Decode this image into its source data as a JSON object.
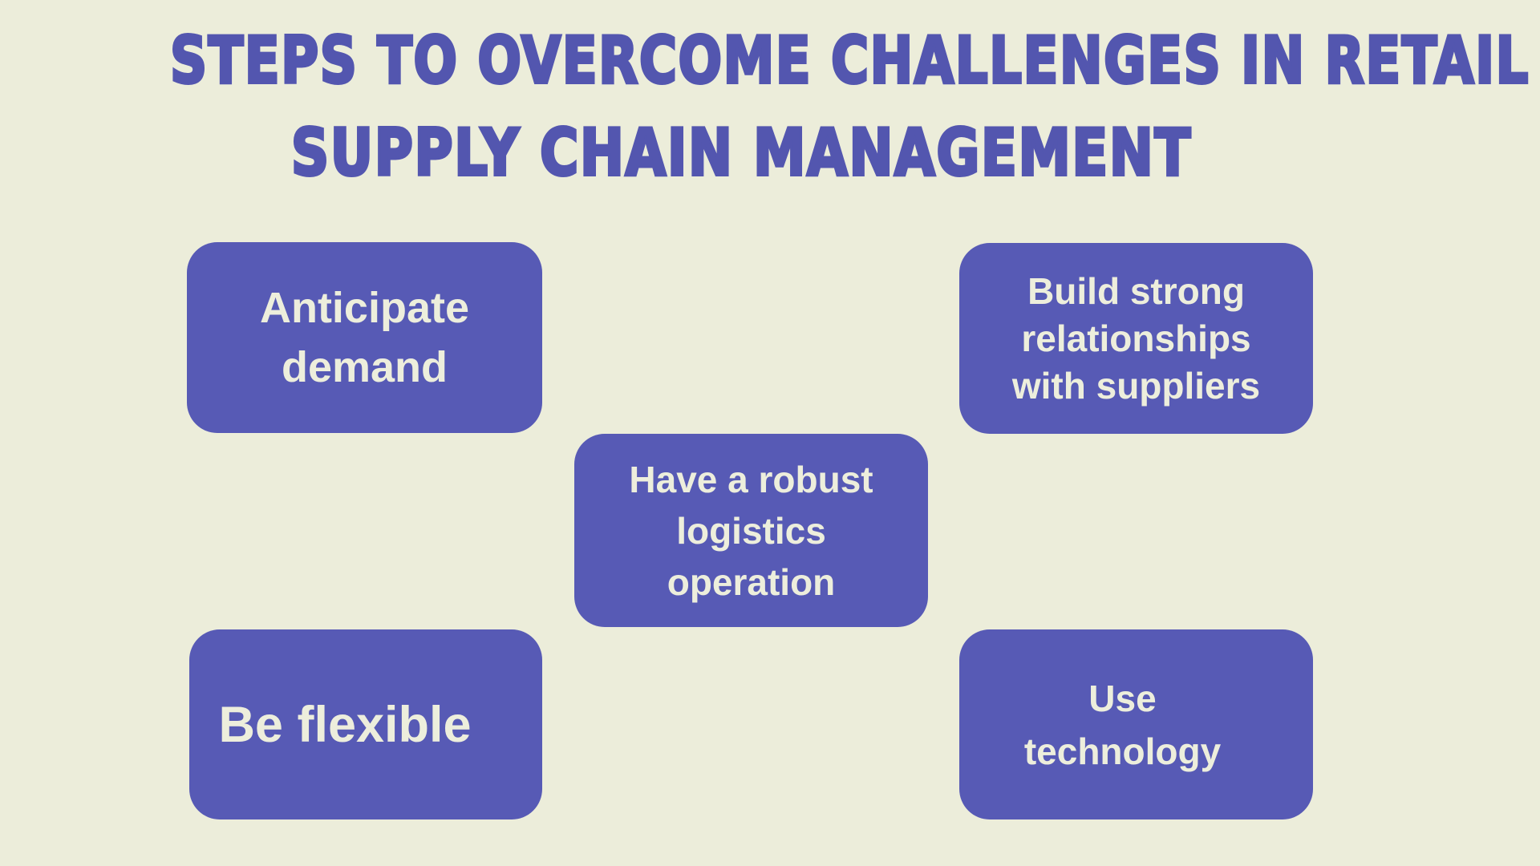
{
  "page": {
    "title_line1": "STEPS TO OVERCOME CHALLENGES IN RETAIL",
    "title_line2": "SUPPLY CHAIN MANAGEMENT"
  },
  "steps": [
    {
      "id": "anticipate-demand",
      "lines": [
        "Anticipate",
        "demand"
      ]
    },
    {
      "id": "build-strong-relationships",
      "lines": [
        "Build strong",
        "relationships",
        "with suppliers"
      ]
    },
    {
      "id": "robust-logistics-operation",
      "lines": [
        "Have a robust",
        "logistics",
        "operation"
      ]
    },
    {
      "id": "be-flexible",
      "lines": [
        "Be flexible"
      ]
    },
    {
      "id": "use-technology",
      "lines": [
        "Use",
        "technology"
      ]
    }
  ],
  "colors": {
    "background": "#ECEDDA",
    "title_text": "#5356AF",
    "box_fill": "#575AB5",
    "box_text": "#EDEEDC"
  }
}
